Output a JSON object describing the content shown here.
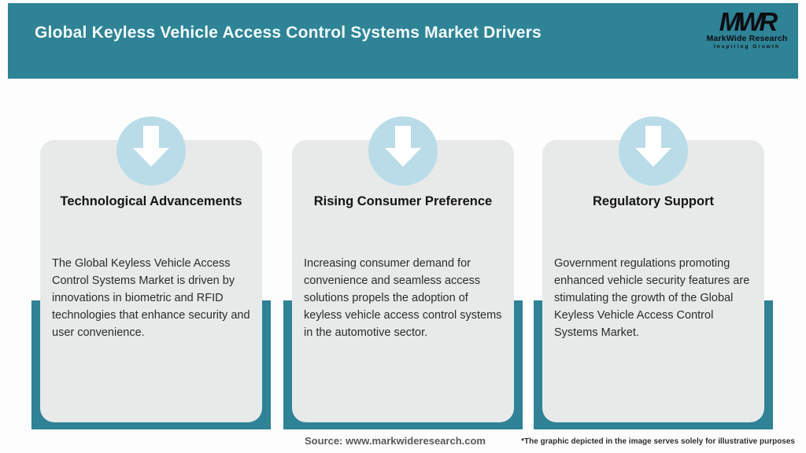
{
  "header": {
    "title": "Global Keyless Vehicle Access Control Systems Market Drivers",
    "logo": {
      "monogram": "MWR",
      "name": "MarkWide Research",
      "tagline": "Inspiring Growth"
    }
  },
  "cards": [
    {
      "icon": "down-arrow-icon",
      "title": "Technological Advancements",
      "description": "The Global Keyless Vehicle Access Control Systems Market is driven by innovations in biometric and RFID technologies that enhance security and user convenience."
    },
    {
      "icon": "down-arrow-icon",
      "title": "Rising Consumer Preference",
      "description": "Increasing consumer demand for convenience and seamless access solutions propels the adoption of keyless vehicle access control systems in the automotive sector."
    },
    {
      "icon": "down-arrow-icon",
      "title": "Regulatory Support",
      "description": "Government regulations promoting enhanced vehicle security features are stimulating the growth of the Global Keyless Vehicle Access Control Systems Market."
    }
  ],
  "footer": {
    "source": "Source: www.markwideresearch.com",
    "disclaimer": "*The graphic depicted in the image serves solely for illustrative purposes"
  },
  "colors": {
    "teal": "#2e8396",
    "circle_blue": "#b9dce8",
    "card_gray": "#e8eaea",
    "arrow": "#ffffff",
    "header_text": "#f2fbfd"
  }
}
